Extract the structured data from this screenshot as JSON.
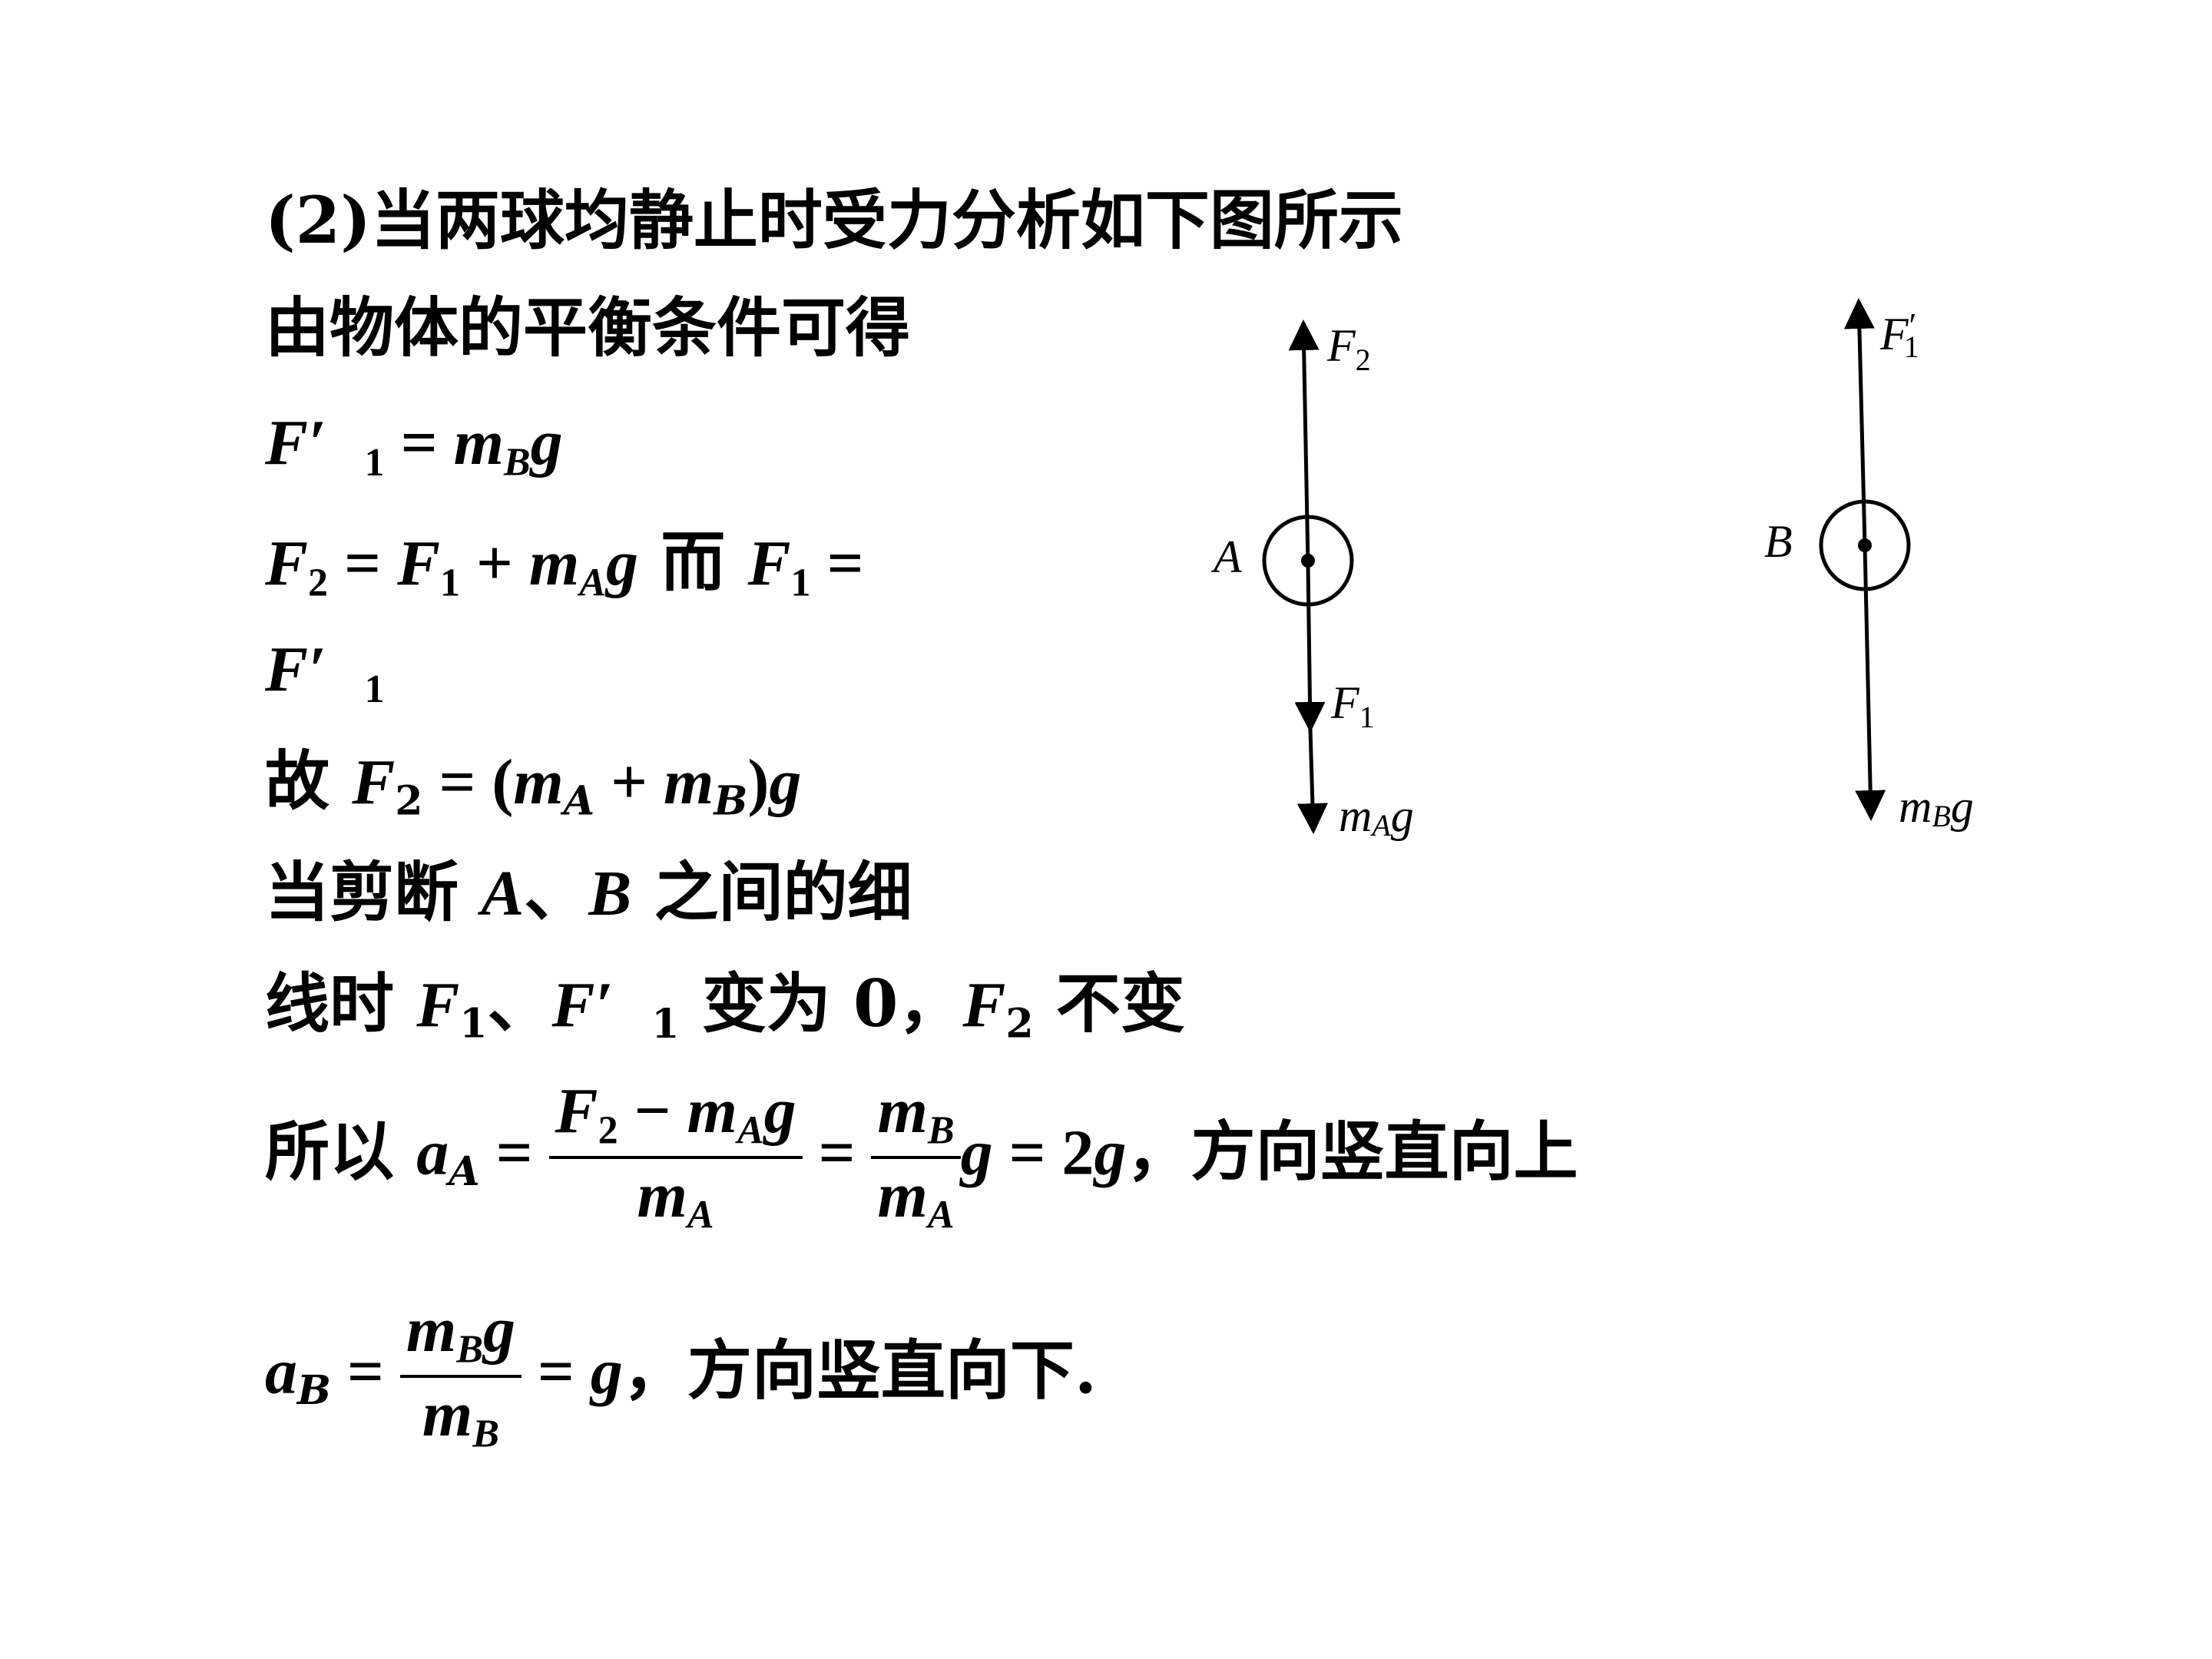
{
  "lines": {
    "l1": "(2)当两球均静止时受力分析如下图所示",
    "l2": "由物体的平衡条件可得",
    "l3": {
      "F": "F′",
      "sub1": "1",
      "eq": " = ",
      "m": "m",
      "subB": "B",
      "g": "g"
    },
    "l4": {
      "a": "F",
      "s2": "2",
      "eq": " = ",
      "b": "F",
      "s1": "1",
      "plus": " + ",
      "m": "m",
      "sA": "A",
      "g": "g",
      "er": " 而 ",
      "c": "F",
      "s1b": "1",
      "eq2": " ="
    },
    "l5": {
      "F": "F′",
      "sub1": "1"
    },
    "l6": {
      "gu": "故 ",
      "F": "F",
      "s2": "2",
      "eq": " = (",
      "m1": "m",
      "sA": "A",
      "plus": " + ",
      "m2": "m",
      "sB": "B",
      "close": ")",
      "g": "g"
    },
    "l7": {
      "t1": "当剪断 ",
      "A": "A",
      "dun": "、",
      "B": "B",
      "t2": " 之间的细"
    },
    "l8": {
      "t1": "线时 ",
      "F1": "F",
      "s1": "1",
      "dun": "、",
      "F1p": "F′",
      "s1b": "1",
      "t2": " 变为 0，",
      "F2": "F",
      "s2": "2",
      "t3": " 不变"
    },
    "l9": {
      "suoyi": "所以 ",
      "a": "a",
      "sA": "A",
      "eq": " = ",
      "num_F": "F",
      "num_s2": "2",
      "num_minus": " − ",
      "num_m": "m",
      "num_sA": "A",
      "num_g": "g",
      "den_m": "m",
      "den_sA": "A",
      "eq2": " = ",
      "num2_m": "m",
      "num2_sB": "B",
      "den2_m": "m",
      "den2_sA": "A",
      "g": "g",
      "tail": " = 2",
      "g2": "g",
      "dir": "，方向竖直向上"
    },
    "l10": {
      "a": "a",
      "sB": "B",
      "eq": " = ",
      "num_m": "m",
      "num_sB": "B",
      "num_g": "g",
      "den_m": "m",
      "den_sB": "B",
      "eq2": " = ",
      "g": "g",
      "dir": "，方向竖直向下."
    }
  },
  "diagram": {
    "ballA": {
      "label": "A",
      "up_force": "F",
      "up_sub": "2",
      "down_force": "F",
      "down_sub": "1",
      "weight_m": "m",
      "weight_sub": "A",
      "weight_g": "g"
    },
    "ballB": {
      "label": "B",
      "up_force": "F",
      "up_prime": "′",
      "up_sub": "1",
      "weight_m": "m",
      "weight_sub": "B",
      "weight_g": "g"
    }
  }
}
